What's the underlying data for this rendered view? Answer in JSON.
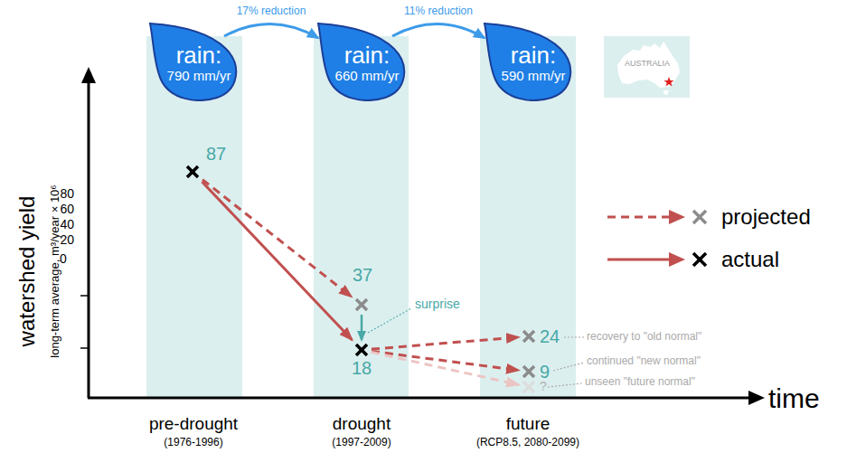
{
  "diagram": {
    "nodes": [
      {
        "text": [
          "rain:",
          "790 mm/yr"
        ]
      },
      {
        "text": [
          "rain:",
          "660 mm/yr"
        ]
      },
      {
        "text": [
          "rain:",
          "590 mm/yr"
        ]
      },
      {
        "text": [
          "87"
        ]
      },
      {
        "text": [
          "37"
        ]
      },
      {
        "text": [
          "18"
        ]
      },
      {
        "text": [
          "24"
        ]
      },
      {
        "text": [
          "9"
        ]
      },
      {
        "text": [
          "?"
        ]
      }
    ],
    "edges": [
      {
        "from": 0,
        "to": 1,
        "label": "17% reduction",
        "arrow": "to"
      },
      {
        "from": 1,
        "to": 2,
        "label": "11% reduction",
        "arrow": "to"
      },
      {
        "from": 3,
        "to": 4,
        "arrow": "to"
      },
      {
        "from": 3,
        "to": 5,
        "arrow": "to"
      },
      {
        "from": 4,
        "to": 5,
        "arrow": "to"
      },
      {
        "from": 5,
        "to": 6,
        "arrow": "to"
      },
      {
        "from": 5,
        "to": 7,
        "arrow": "to"
      },
      {
        "from": 5,
        "to": 8,
        "arrow": "to"
      }
    ],
    "labels": [
      "watershed yield",
      "long-term average, m³/year × 10⁶",
      "80",
      "60",
      "40",
      "20",
      "0",
      "surprise",
      "recovery to \"old normal\"",
      "continued \"new normal\"",
      "unseen \"future normal\"",
      "time",
      "pre-drought",
      "(1976-1996)",
      "drought",
      "(1997-2009)",
      "future",
      "(RCP8.5, 2080-2099)",
      "AUSTRALIA"
    ],
    "legend": [
      {
        "text": "projected"
      },
      {
        "text": "actual"
      }
    ]
  }
}
